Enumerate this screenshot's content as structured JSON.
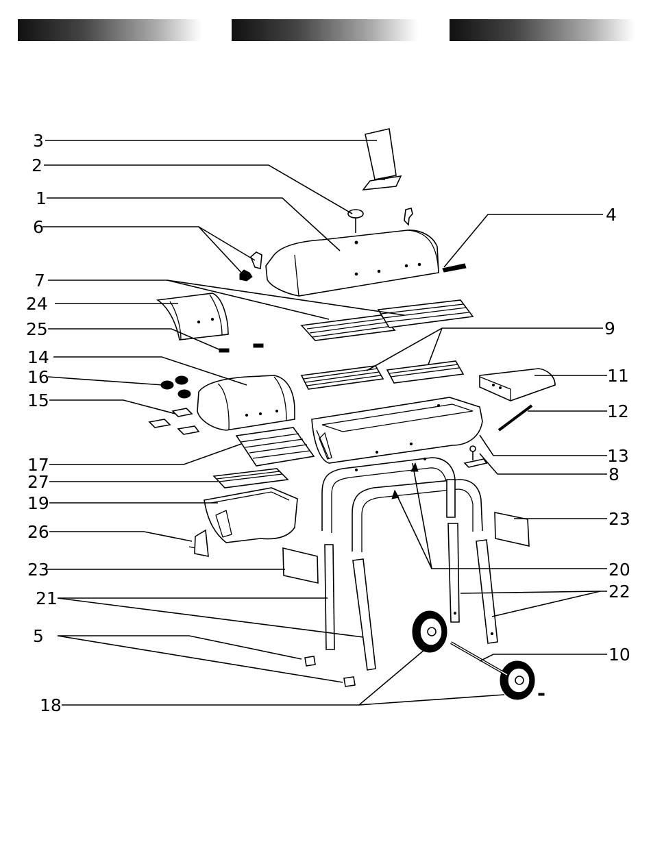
{
  "header_bars": [
    "bar-left",
    "bar-center",
    "bar-right"
  ],
  "callouts": {
    "c1": "1",
    "c2": "2",
    "c3": "3",
    "c4": "4",
    "c5": "5",
    "c6": "6",
    "c7": "7",
    "c8": "8",
    "c9": "9",
    "c10": "10",
    "c11": "11",
    "c12": "12",
    "c13": "13",
    "c14": "14",
    "c15": "15",
    "c16": "16",
    "c17": "17",
    "c18": "18",
    "c19": "19",
    "c20": "20",
    "c21": "21",
    "c22": "22",
    "c23a": "23",
    "c23b": "23",
    "c24": "24",
    "c25": "25",
    "c26": "26",
    "c27": "27"
  }
}
